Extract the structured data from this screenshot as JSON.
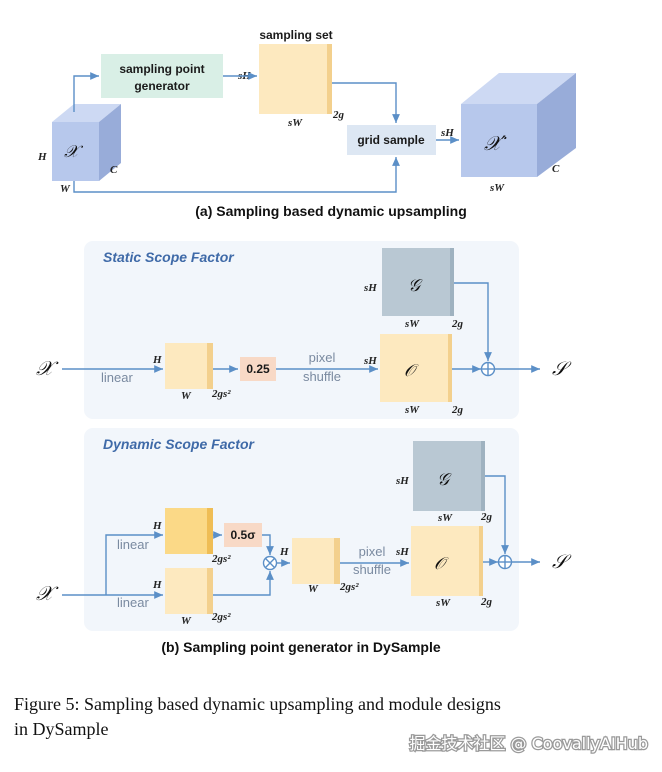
{
  "part_a": {
    "caption": "(a) Sampling based dynamic upsampling",
    "sampling_point_generator": "sampling point\ngenerator",
    "sampling_set": "sampling set",
    "grid_sample": "grid sample",
    "input_symbol": "𝒳",
    "output_symbol": "𝒳′",
    "dim_H": "H",
    "dim_W": "W",
    "dim_C": "C",
    "dim_sH": "sH",
    "dim_sW": "sW",
    "dim_2g": "2g"
  },
  "part_b": {
    "caption": "(b) Sampling point generator in DySample",
    "static_title": "Static Scope Factor",
    "dynamic_title": "Dynamic Scope Factor",
    "input_symbol": "𝒳",
    "output_symbol": "𝒮",
    "g_symbol": "𝒢",
    "o_symbol": "𝒪",
    "linear": "linear",
    "pixel": "pixel",
    "shuffle": "shuffle",
    "factor_static": "0.25",
    "factor_dynamic": "0.5σ",
    "dim_H": "H",
    "dim_W": "W",
    "dim_2gs2": "2gs²",
    "dim_sH": "sH",
    "dim_sW": "sW",
    "dim_2g": "2g"
  },
  "figure_caption_line1": "Figure 5:  Sampling based dynamic upsampling and module designs",
  "figure_caption_line2": "in DySample",
  "watermark": "掘金技术社区 @ CoovallyAIHub",
  "colors": {
    "arrow": "#5b8fc7",
    "cube_blue": "#b7c8ec",
    "cube_yellow": "#fde9bf",
    "generator_box": "#d9efe6",
    "grid_box": "#dde7f3",
    "g_tensor": "#b9c8d3",
    "factor_box": "#f8d9c6",
    "panel_bg": "#f2f6fb"
  }
}
